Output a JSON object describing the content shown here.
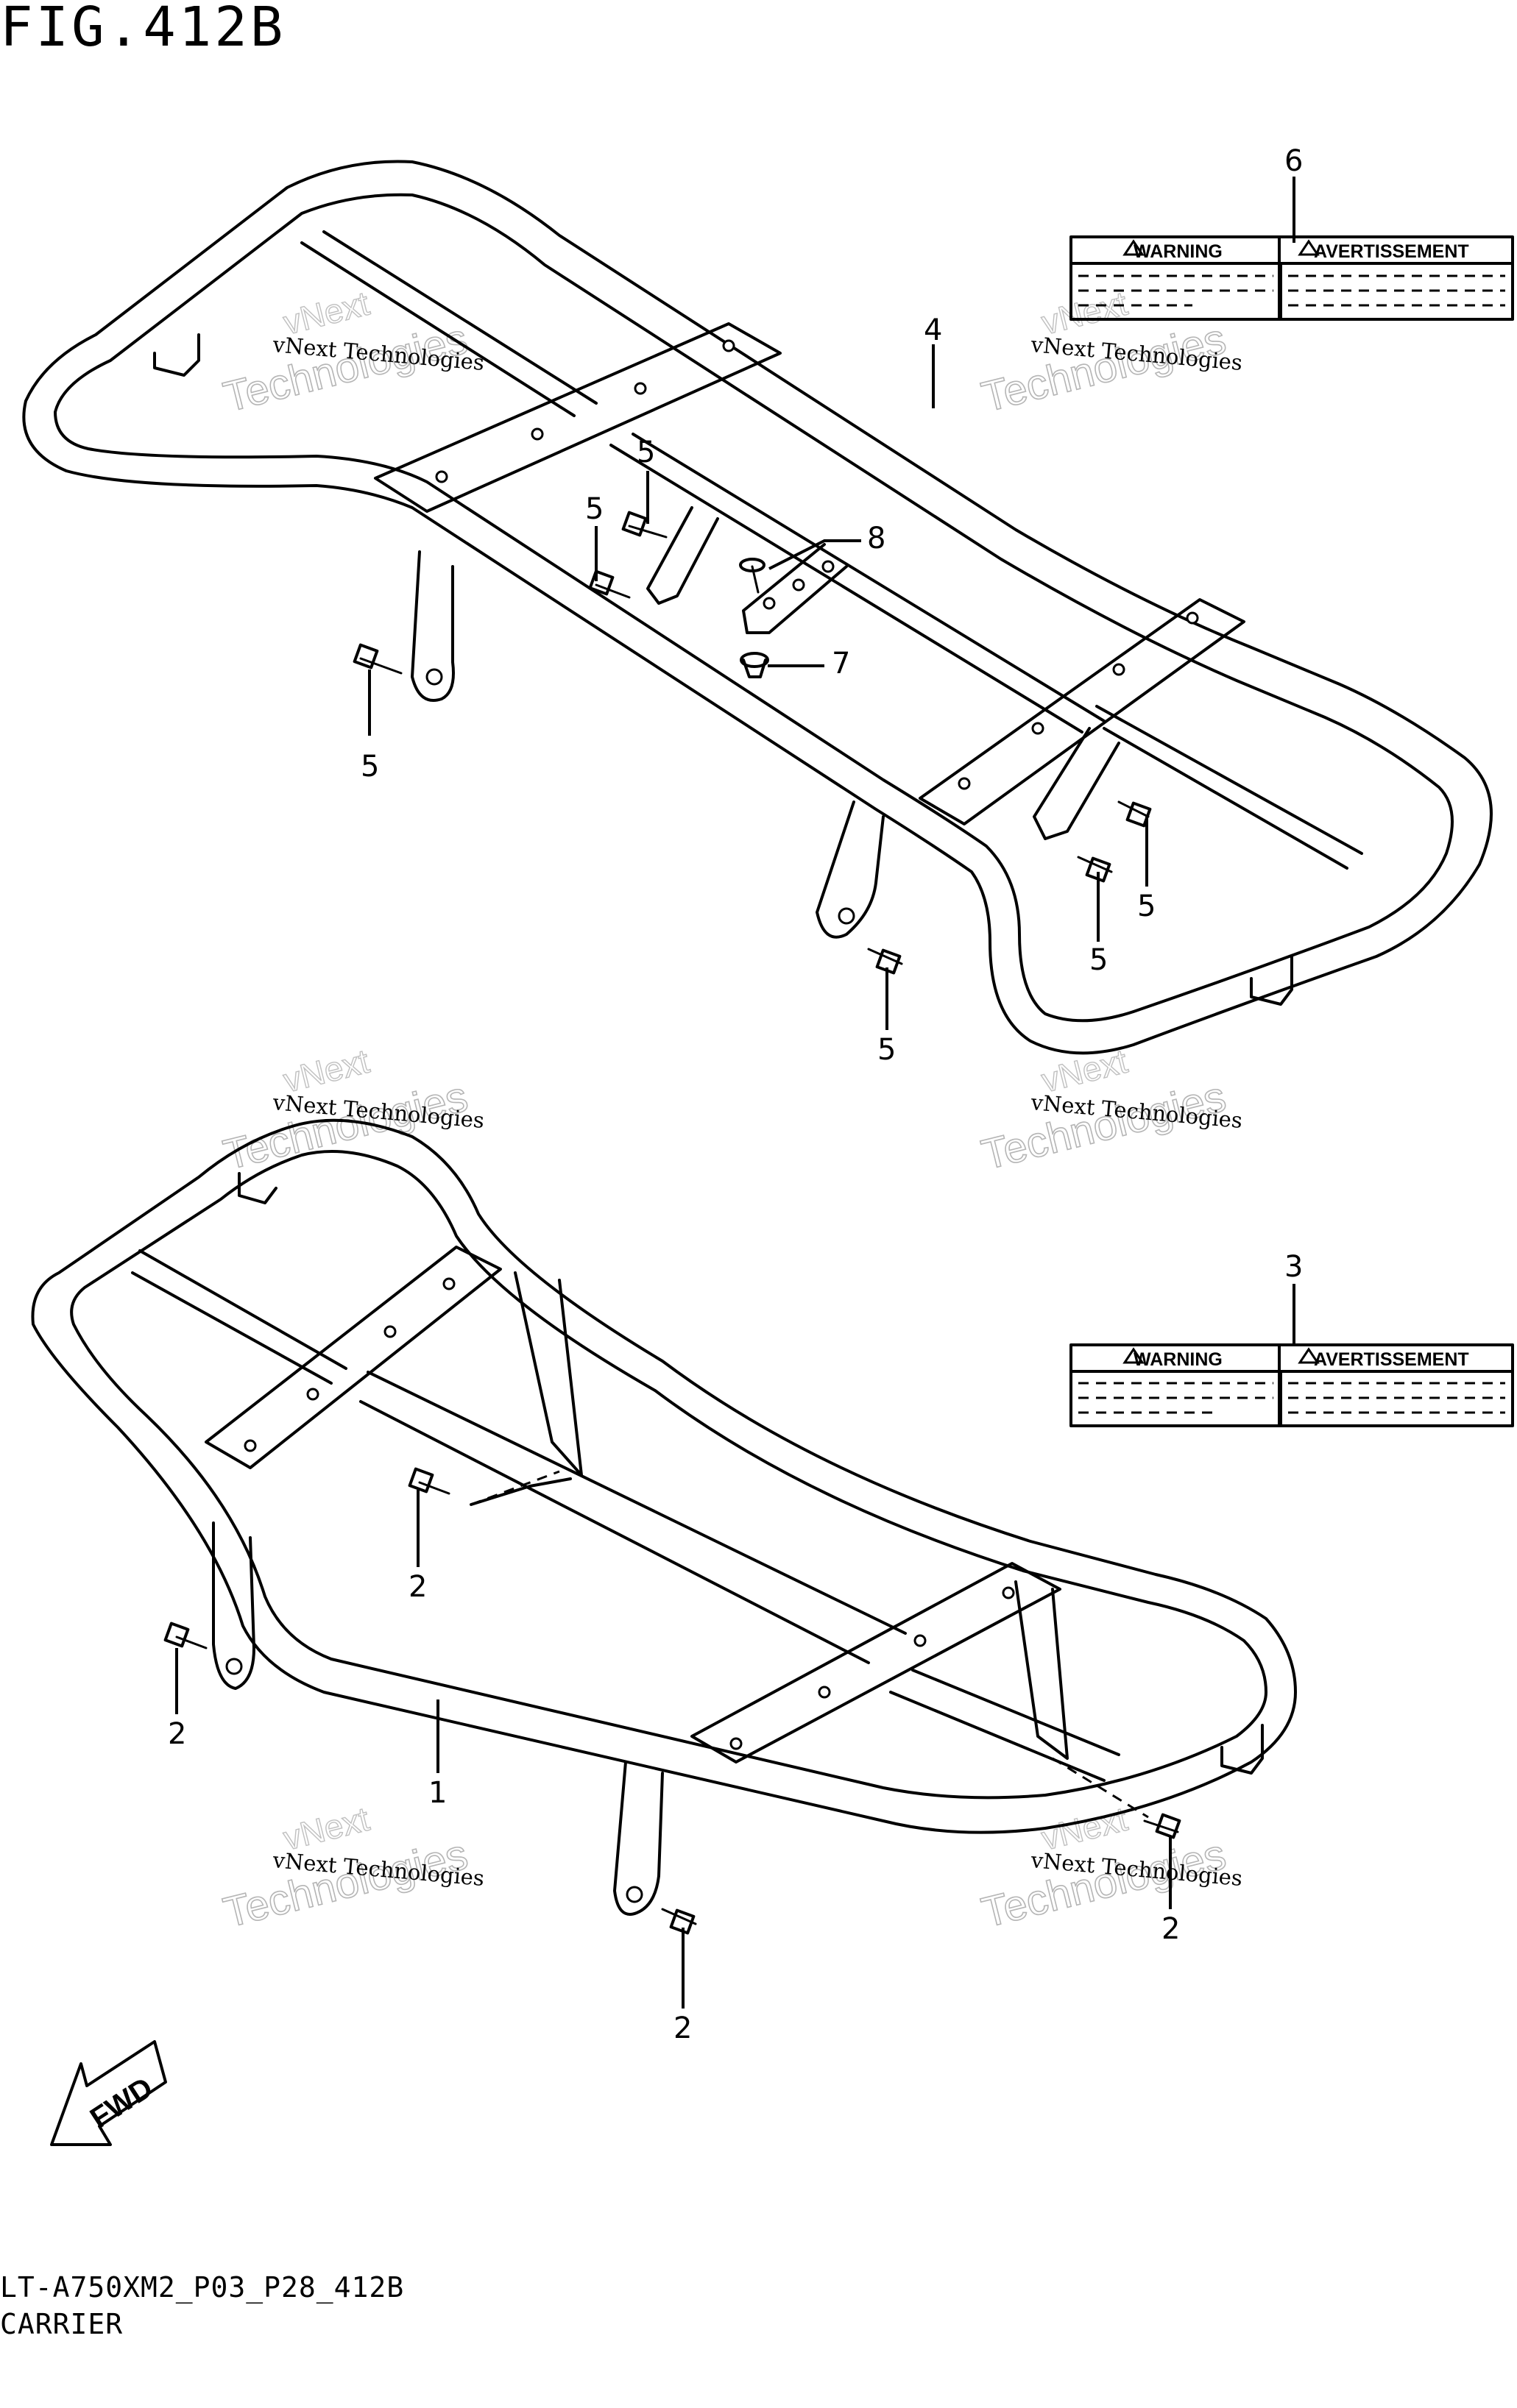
{
  "figure": {
    "title": "FIG.412B",
    "model_code": "LT-A750XM2_P03_P28_412B",
    "section_name": "CARRIER"
  },
  "callouts": {
    "c1": "1",
    "c2a": "2",
    "c2b": "2",
    "c2c": "2",
    "c2d": "2",
    "c3": "3",
    "c4": "4",
    "c5a": "5",
    "c5b": "5",
    "c5c": "5",
    "c5d": "5",
    "c5e": "5",
    "c5f": "5",
    "c6": "6",
    "c7": "7",
    "c8": "8"
  },
  "warning_labels": {
    "left_heading": "WARNING",
    "right_heading": "AVERTISSEMENT"
  },
  "direction_marker": {
    "text": "FWD"
  },
  "watermark": {
    "line_small": "vNext Technologies",
    "line_mid": "vNext",
    "line_big": "Technologies"
  }
}
